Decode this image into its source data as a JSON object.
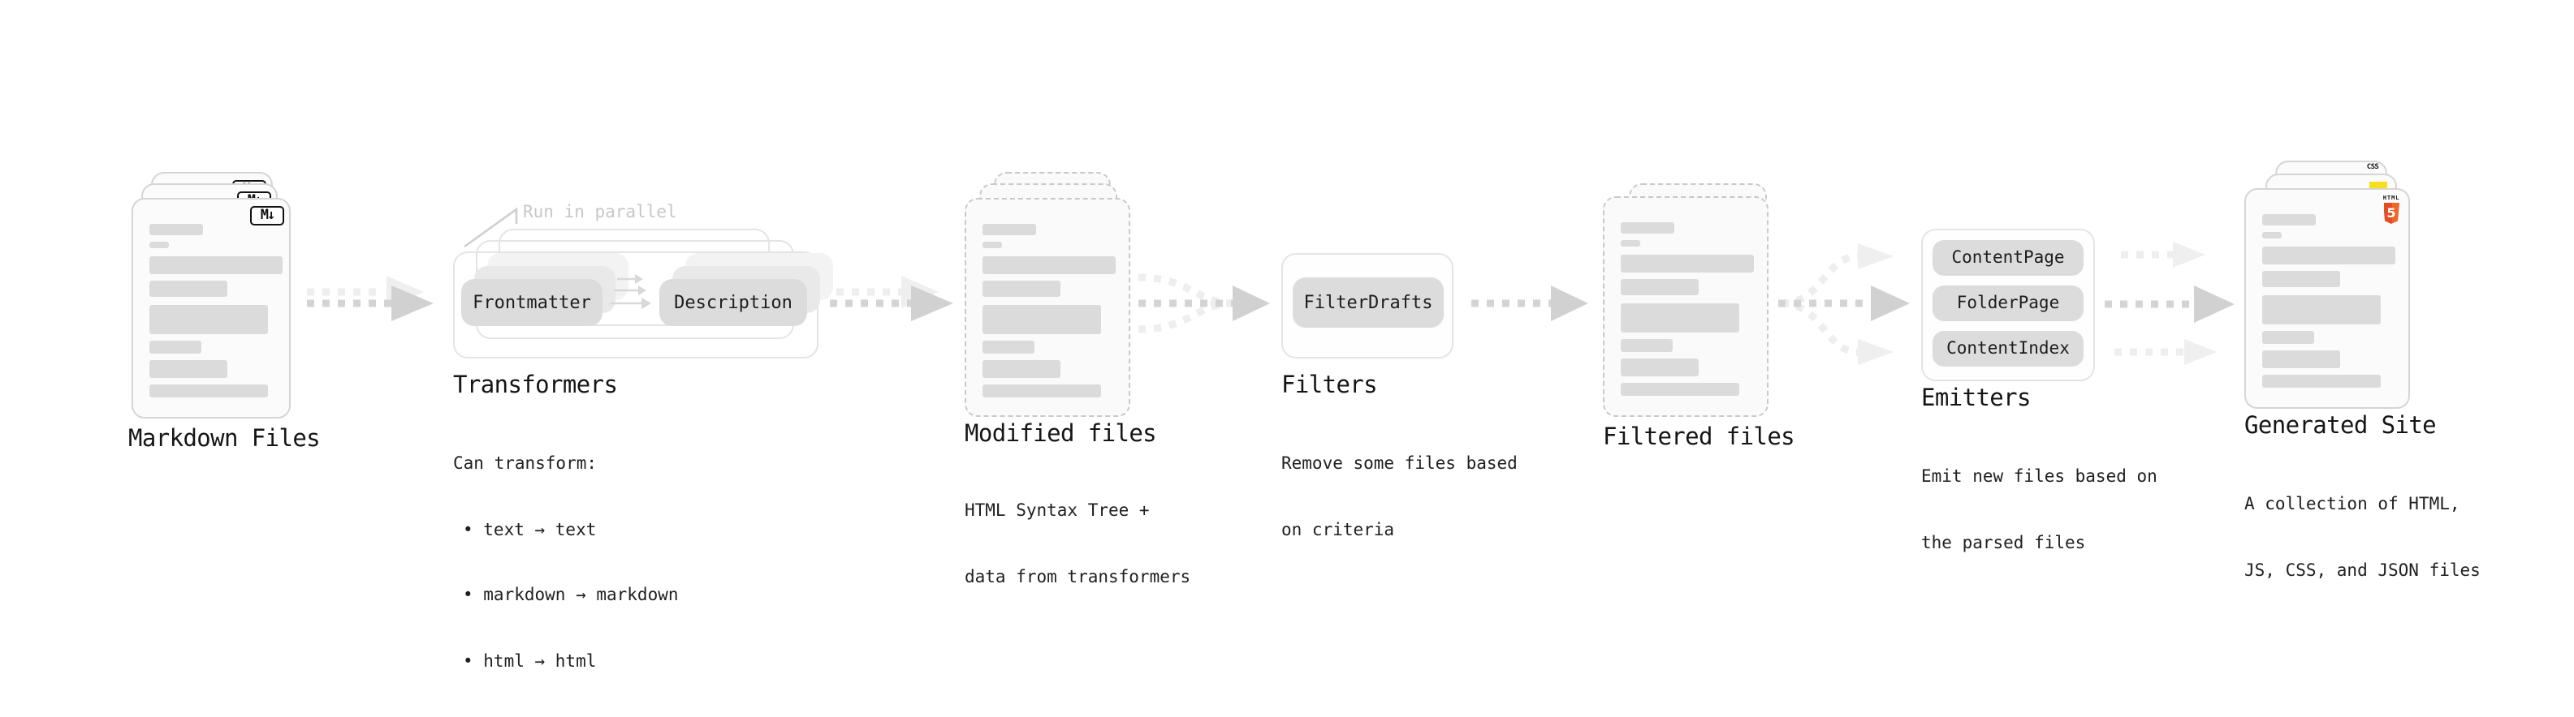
{
  "markdown_files": {
    "label": "Markdown Files",
    "badge": "M↓"
  },
  "transformers": {
    "note": "Run in parallel",
    "left_box": "Frontmatter",
    "right_box": "Description",
    "label": "Transformers",
    "desc_heading": "Can transform:",
    "bullets": [
      "• text → text",
      "• markdown → markdown",
      "• html → html"
    ]
  },
  "modified_files": {
    "label": "Modified files",
    "desc": [
      "HTML Syntax Tree +",
      "data from transformers"
    ]
  },
  "filters": {
    "box": "FilterDrafts",
    "label": "Filters",
    "desc": [
      "Remove some files based",
      "on criteria"
    ]
  },
  "filtered_files": {
    "label": "Filtered files"
  },
  "emitters": {
    "boxes": [
      "ContentPage",
      "FolderPage",
      "ContentIndex"
    ],
    "label": "Emitters",
    "desc": [
      "Emit new files based on",
      "the parsed files"
    ]
  },
  "generated_site": {
    "label": "Generated Site",
    "desc": [
      "A collection of HTML,",
      "JS, CSS, and JSON files"
    ],
    "html5_badge_text": "HTML",
    "html5_badge_number": "5",
    "css_badge_text": "CSS"
  },
  "colors": {
    "html5_orange": "#e44d26",
    "html5_orange_light": "#f16529",
    "js_yellow": "#f7df1e",
    "css_blue": "#2965f1",
    "card_border": "#d5d5d5",
    "placeholder_bar": "#dbdbdb",
    "box_fill": "#dcdcdc",
    "arrow_dark": "#d4d4d4",
    "arrow_light": "#eeeeee"
  }
}
